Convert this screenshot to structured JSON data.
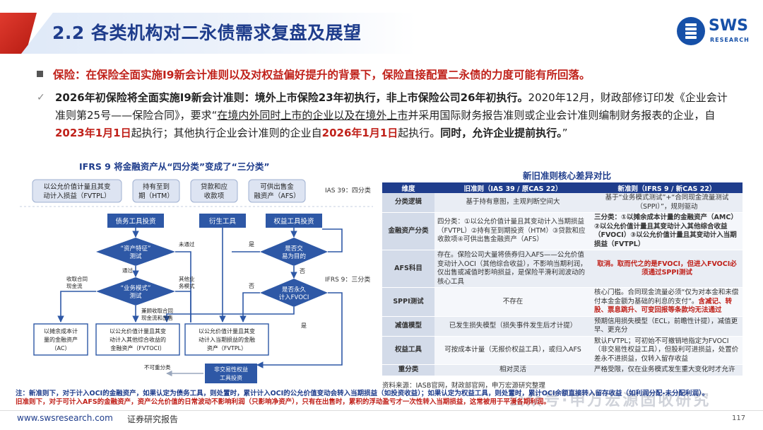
{
  "header": {
    "title": "2.2 各类机构对二永债需求复盘及展望",
    "logo_text": "SWS",
    "logo_sub": "RESEARCH"
  },
  "bullets": {
    "b1": "保险：在保险全面实施I9新会计准则以及对权益偏好提升的背景下，保险直接配置二永债的力度可能有所回落。",
    "b2_lead": "2026年初保险将全面实施I9新会计准则：境外上市保险23年初执行，非上市保险公司26年初执行。",
    "b2_t1": "2020年12月，财政部修订印发《企业会计准则第25号——保险合同》，要求“",
    "b2_ul": "在境内外同时上市的企业以及在境外上市",
    "b2_t2": "并采用国际财务报告准则或企业会计准则编制财务报表的企业，自",
    "b2_d1": "2023年1月1日",
    "b2_t3": "起执行；其他执行企业会计准则的企业自",
    "b2_d2": "2026年1月1日",
    "b2_t4": "起执行。",
    "b2_t5": "同时，允许企业提前执行。",
    "b2_t6": "”"
  },
  "diagram": {
    "title": "IFRS 9 将金融资产从“四分类”变成了“三分类”",
    "old_boxes": [
      [
        "以公允价值计量且其变",
        "动计入损益（FVTPL）"
      ],
      [
        "持有至到",
        "期（HTM）"
      ],
      [
        "贷款和应",
        "收款项"
      ],
      [
        "可供出售金",
        "融资产（AFS）"
      ]
    ],
    "ias_label": "IAS 39：四分类",
    "ifrs_label": "IFRS 9：三分类",
    "top_boxes": [
      "债务工具投资",
      "衍生工具",
      "权益工具投资"
    ],
    "diamonds": [
      [
        "“资产特征”",
        "测试"
      ],
      [
        "“业务模式”",
        "测试"
      ],
      [
        "是否交",
        "易为目的"
      ],
      [
        "是否永久",
        "计入FVOCI"
      ]
    ],
    "edge_labels": {
      "pass": "通过",
      "fail": "未通过",
      "collect_cash": [
        "收取合同",
        "现金流"
      ],
      "other_model": [
        "其他业",
        "务模式"
      ],
      "collect_and_sell": [
        "兼顾收取合同",
        "现金流和出售"
      ],
      "yes": "是",
      "no": "否",
      "no_reclass": "不可重分类"
    },
    "result_boxes": [
      [
        "以摊余成本计",
        "量的金融资产",
        "（AC）"
      ],
      [
        "以公允价值计量且其变",
        "动计入其他综合收益的",
        "金融资产（FVTOCI）"
      ],
      [
        "以公允价值计量且其变",
        "动计入当期损益的金融",
        "资产（FVTPL）"
      ]
    ],
    "non_trading_box": [
      "非交易性权益",
      "工具投资"
    ]
  },
  "table": {
    "title": "新旧准则核心差异对比",
    "headers": [
      "维度",
      "旧准则（IAS 39 / 原CAS 22）",
      "新准则（IFRS 9 / 新CAS 22）"
    ],
    "rows": [
      {
        "dim": "分类逻辑",
        "old": "基于持有意图，主观判断空间大",
        "new": "基于“业务模式测试”+“合同现金流量测试（SPPI）”，规则驱动"
      },
      {
        "dim": "金融资产分类",
        "old": "四分类：①以公允价值计量且其变动计入当期损益（FVTPL）②持有至到期投资（HTM）③贷款和应收款项④可供出售金融资产（AFS）",
        "new": "三分类：①以摊余成本计量的金融资产（AMC）②以公允价值计量且其变动计入其他综合收益（FVOCI）③以公允价值计量且其变动计入当期损益（FVTPL）"
      },
      {
        "dim": "AFS科目",
        "old": "存在。保险公司大量将债券归入AFS——公允价值变动计入OCI（其他综合收益），不影响当期利润，仅出售或减值时影响损益，是保险平滑利润波动的核心工具",
        "new": "取消。取而代之的是FVOCI，但进入FVOCI必须通过SPPI测试"
      },
      {
        "dim": "SPPI测试",
        "old": "不存在",
        "new_a": "核心门槛。合同现金流量必须“仅为对本金和未偿付本金金额为基础的利息的支付”。",
        "new_b": "含减记、转股、票息跳升、可变回报等条款均无法通过"
      },
      {
        "dim": "减值模型",
        "old": "已发生损失模型（损失事件发生后才计提）",
        "new": "预期信用损失模型（ECL，前瞻性计提），减值更早、更充分"
      },
      {
        "dim": "权益工具",
        "old": "可按成本计量（无报价权益工具），或归入AFS",
        "new": "默认FVTPL；可初始不可撤销地指定为FVOCI（非交易性权益工具），但股利可进损益，处置价差永不进损益，仅转入留存收益"
      },
      {
        "dim": "重分类",
        "old": "相对灵活",
        "new": "严格受限，仅在业务模式发生重大变化时才允许"
      }
    ]
  },
  "source": "资料来源：IASB官网，财政部官网，申万宏源研究整理",
  "notes": {
    "n1": "注：新准则下，对于计入OCI的金融资产，如果认定为债务工具，则处置时，累计计入OCI的公允价值变动会转入当期损益（如投资收益）；如果认定为权益工具，则处置时，累计OCI余额直接转入留存收益（如利润分配-未分配利润）。",
    "n2": "旧准则下，对于可计入AFS的金融资产，资产公允价值的日常波动不影响利润（只影响净资产），只有在出售时，累积的浮动盈亏才一次性转入当期损益，这常被用于平滑各期利润。"
  },
  "watermark": "公众号·申万宏源固收研究",
  "footer": {
    "url": "www.swsresearch.com",
    "doc": "证券研究报告",
    "page": "117"
  }
}
